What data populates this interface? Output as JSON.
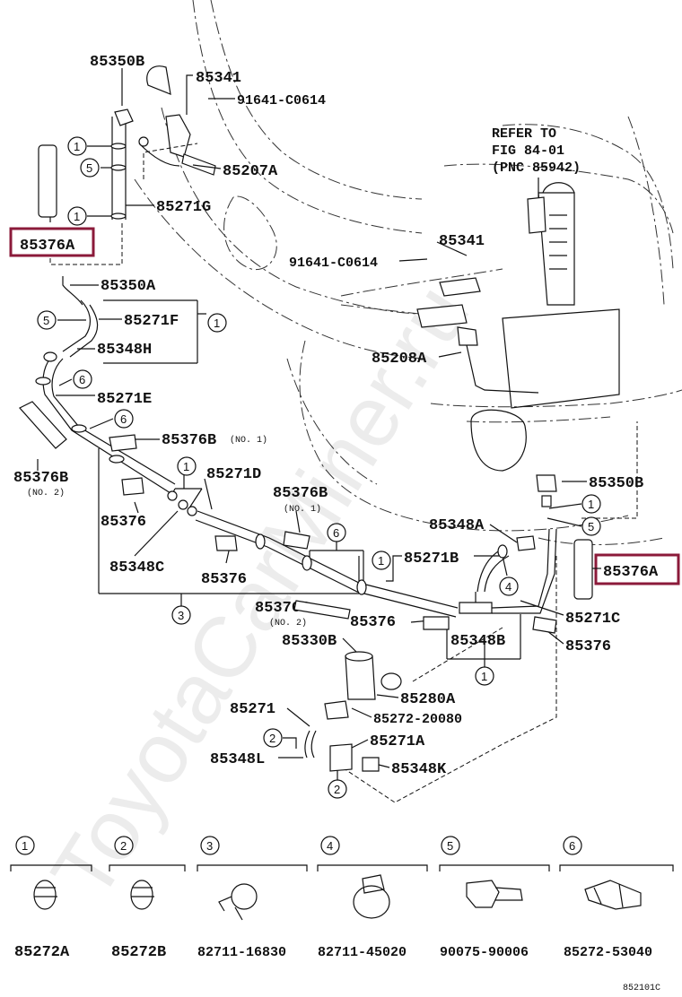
{
  "watermark": "ToyotaCarMiner.ru",
  "figure_code": "852101C",
  "refer_note": [
    "REFER TO",
    "FIG 84-01",
    "(PNC 85942)"
  ],
  "labels": {
    "p85350B_top": "85350B",
    "p85341_top": "85341",
    "p91641_top": "91641-C0614",
    "p85207A": "85207A",
    "p85271G": "85271G",
    "p85376A_left": "85376A",
    "p85341_mid": "85341",
    "p91641_mid": "91641-C0614",
    "p85350A": "85350A",
    "p85271F": "85271F",
    "p85348H": "85348H",
    "p85208A": "85208A",
    "p85271E": "85271E",
    "p85376B_a": "85376B",
    "p85376B_a_note": "(NO. 1)",
    "p85376B_b": "85376B",
    "p85376B_b_note": "(NO. 2)",
    "p85271D": "85271D",
    "p85376_a": "85376",
    "p85376B_c": "85376B",
    "p85376B_c_note": "(NO. 1)",
    "p85348C": "85348C",
    "p85376_b": "85376",
    "p85350B_right": "85350B",
    "p85348A": "85348A",
    "p85271B": "85271B",
    "p85376A_right": "85376A",
    "p85376B_d": "85376B",
    "p85376B_d_note": "(NO. 2)",
    "p85376_c": "85376",
    "p85271C": "85271C",
    "p85348B": "85348B",
    "p85376_d": "85376",
    "p85330B": "85330B",
    "p85280A": "85280A",
    "p85271": "85271",
    "p85272_20080": "85272-20080",
    "p85271A": "85271A",
    "p85348L": "85348L",
    "p85348K": "85348K"
  },
  "callouts": [
    "1",
    "2",
    "3",
    "4",
    "5",
    "6"
  ],
  "legend": [
    {
      "num": "1",
      "part": "85272A",
      "icon": "hose-clip-icon"
    },
    {
      "num": "2",
      "part": "85272B",
      "icon": "hose-clip-icon"
    },
    {
      "num": "3",
      "part": "82711-16830",
      "icon": "wire-clamp-icon"
    },
    {
      "num": "4",
      "part": "82711-45020",
      "icon": "band-clamp-icon"
    },
    {
      "num": "5",
      "part": "90075-90006",
      "icon": "clip-icon"
    },
    {
      "num": "6",
      "part": "85272-53040",
      "icon": "retainer-icon"
    }
  ],
  "colors": {
    "highlight": "#8b1a3a",
    "ink": "#111111"
  }
}
